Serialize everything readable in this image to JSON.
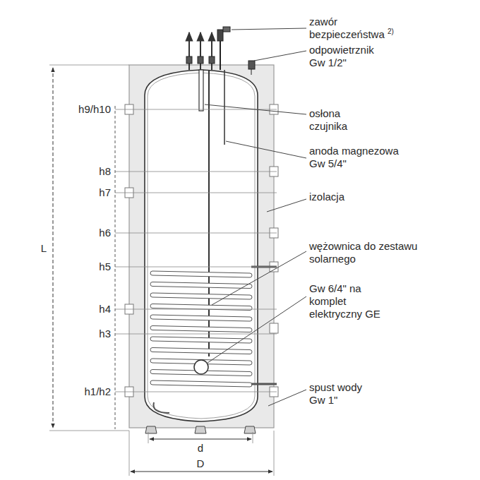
{
  "diagram": {
    "labels": [
      "zawór bezpieczeństwa",
      "2)",
      "odpowietrznik Gw 1/2\"",
      "osłona czujnika",
      "anoda magnezowa Gw 5/4\"",
      "izolacja",
      "wężownica do zestawu solarnego",
      "Gw 6/4\" na komplet elektryczny GE",
      "spust wody Gw 1\"",
      "h9/h10",
      "h8",
      "h7",
      "h6",
      "h5",
      "h4",
      "h3",
      "h1/h2",
      "L",
      "d",
      "D"
    ]
  }
}
